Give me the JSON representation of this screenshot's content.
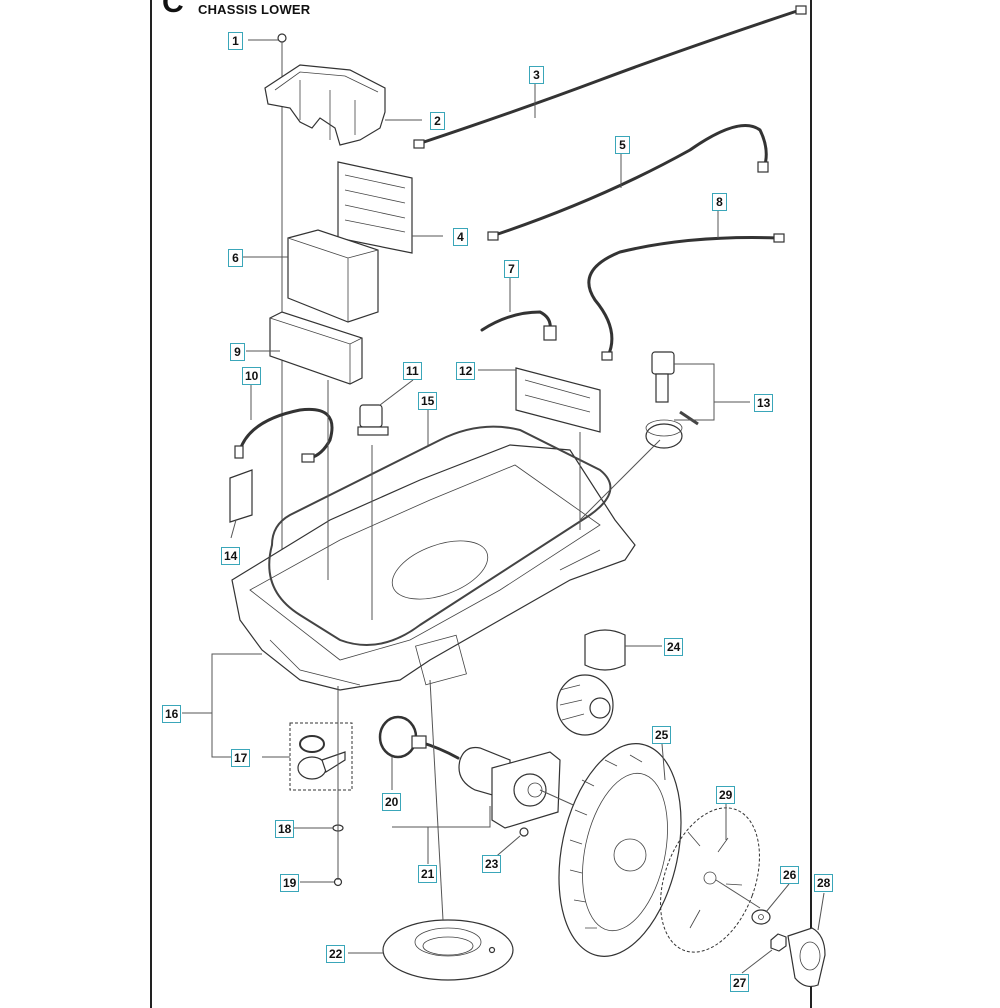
{
  "header": {
    "section_letter": "C",
    "section_title": "CHASSIS LOWER"
  },
  "theme": {
    "callout_border": "#3aa6b9",
    "line_color": "#333333"
  },
  "callouts": [
    {
      "id": "1",
      "part": "screw"
    },
    {
      "id": "2",
      "part": "bracket-housing"
    },
    {
      "id": "3",
      "part": "cable"
    },
    {
      "id": "4",
      "part": "circuit-board"
    },
    {
      "id": "5",
      "part": "cable"
    },
    {
      "id": "6",
      "part": "battery-pack"
    },
    {
      "id": "7",
      "part": "cable-harness"
    },
    {
      "id": "8",
      "part": "cable"
    },
    {
      "id": "9",
      "part": "foam-block"
    },
    {
      "id": "10",
      "part": "cable"
    },
    {
      "id": "11",
      "part": "connector"
    },
    {
      "id": "12",
      "part": "circuit-board-strip"
    },
    {
      "id": "13",
      "part": "sensor-kit"
    },
    {
      "id": "14",
      "part": "circuit-board-small"
    },
    {
      "id": "15",
      "part": "cable-loop"
    },
    {
      "id": "16",
      "part": "chassis-lower"
    },
    {
      "id": "17",
      "part": "seal-kit"
    },
    {
      "id": "18",
      "part": "washer"
    },
    {
      "id": "19",
      "part": "screw"
    },
    {
      "id": "20",
      "part": "o-ring"
    },
    {
      "id": "21",
      "part": "wheel-motor"
    },
    {
      "id": "22",
      "part": "bearing-ring"
    },
    {
      "id": "23",
      "part": "screw"
    },
    {
      "id": "24",
      "part": "front-wheel-assembly"
    },
    {
      "id": "25",
      "part": "drive-wheel"
    },
    {
      "id": "26",
      "part": "washer"
    },
    {
      "id": "27",
      "part": "nut"
    },
    {
      "id": "28",
      "part": "hub-cap"
    },
    {
      "id": "29",
      "part": "wheel-disc"
    }
  ]
}
